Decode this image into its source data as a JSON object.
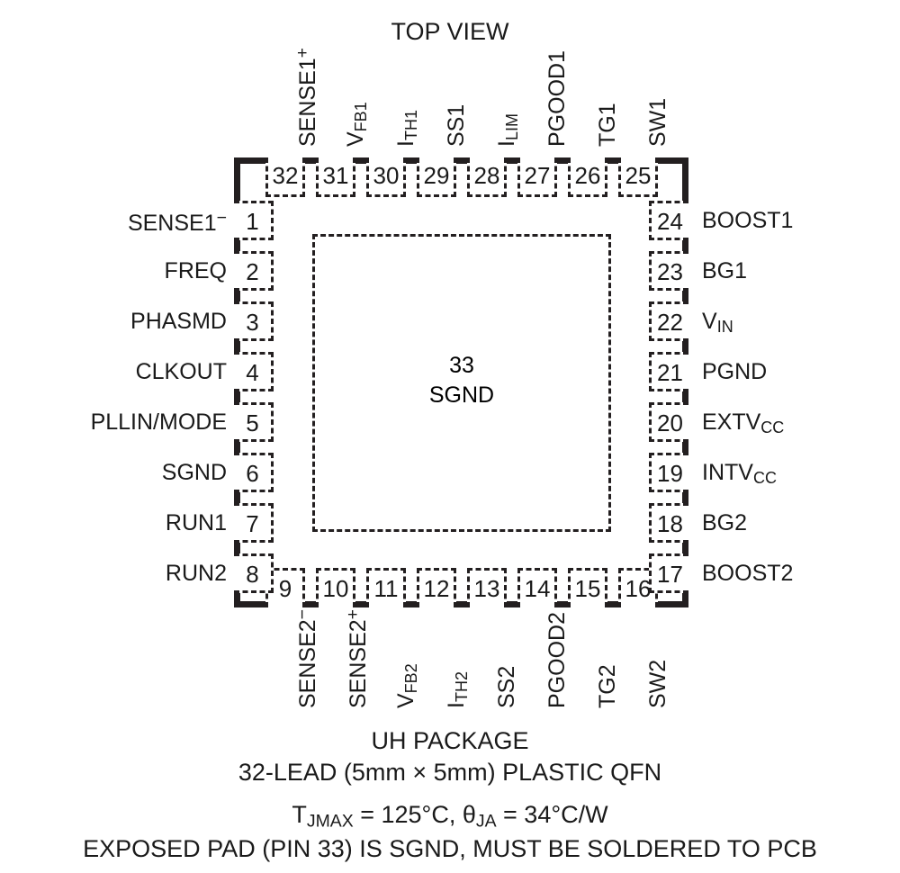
{
  "title": "TOP VIEW",
  "package": {
    "exposed_pad": {
      "pin_number": "33",
      "name": "SGND"
    },
    "colors": {
      "outline": "#231f20",
      "text": "#1a1a1a",
      "background": "#ffffff"
    }
  },
  "pins": {
    "top": [
      {
        "number": "32",
        "label_html": "SENSE1<sup>+</sup>",
        "label_text": "SENSE1+"
      },
      {
        "number": "31",
        "label_html": "V<sub>FB1</sub>",
        "label_text": "VFB1"
      },
      {
        "number": "30",
        "label_html": "I<sub>TH1</sub>",
        "label_text": "ITH1"
      },
      {
        "number": "29",
        "label_html": "SS1",
        "label_text": "SS1"
      },
      {
        "number": "28",
        "label_html": "I<sub>LIM</sub>",
        "label_text": "ILIM"
      },
      {
        "number": "27",
        "label_html": "PGOOD1",
        "label_text": "PGOOD1"
      },
      {
        "number": "26",
        "label_html": "TG1",
        "label_text": "TG1"
      },
      {
        "number": "25",
        "label_html": "SW1",
        "label_text": "SW1"
      }
    ],
    "left": [
      {
        "number": "1",
        "label_html": "SENSE1<sup>−</sup>",
        "label_text": "SENSE1-"
      },
      {
        "number": "2",
        "label_html": "FREQ",
        "label_text": "FREQ"
      },
      {
        "number": "3",
        "label_html": "PHASMD",
        "label_text": "PHASMD"
      },
      {
        "number": "4",
        "label_html": "CLKOUT",
        "label_text": "CLKOUT"
      },
      {
        "number": "5",
        "label_html": "PLLIN/MODE",
        "label_text": "PLLIN/MODE"
      },
      {
        "number": "6",
        "label_html": "SGND",
        "label_text": "SGND"
      },
      {
        "number": "7",
        "label_html": "RUN1",
        "label_text": "RUN1"
      },
      {
        "number": "8",
        "label_html": "RUN2",
        "label_text": "RUN2"
      }
    ],
    "bottom": [
      {
        "number": "9",
        "label_html": "SENSE2<sup>−</sup>",
        "label_text": "SENSE2-"
      },
      {
        "number": "10",
        "label_html": "SENSE2<sup>+</sup>",
        "label_text": "SENSE2+"
      },
      {
        "number": "11",
        "label_html": "V<sub>FB2</sub>",
        "label_text": "VFB2"
      },
      {
        "number": "12",
        "label_html": "I<sub>TH2</sub>",
        "label_text": "ITH2"
      },
      {
        "number": "13",
        "label_html": "SS2",
        "label_text": "SS2"
      },
      {
        "number": "14",
        "label_html": "PGOOD2",
        "label_text": "PGOOD2"
      },
      {
        "number": "15",
        "label_html": "TG2",
        "label_text": "TG2"
      },
      {
        "number": "16",
        "label_html": "SW2",
        "label_text": "SW2"
      }
    ],
    "right": [
      {
        "number": "24",
        "label_html": "BOOST1",
        "label_text": "BOOST1"
      },
      {
        "number": "23",
        "label_html": "BG1",
        "label_text": "BG1"
      },
      {
        "number": "22",
        "label_html": "V<sub>IN</sub>",
        "label_text": "VIN"
      },
      {
        "number": "21",
        "label_html": "PGND",
        "label_text": "PGND"
      },
      {
        "number": "20",
        "label_html": "EXTV<sub>CC</sub>",
        "label_text": "EXTVCC"
      },
      {
        "number": "19",
        "label_html": "INTV<sub>CC</sub>",
        "label_text": "INTVCC"
      },
      {
        "number": "18",
        "label_html": "BG2",
        "label_text": "BG2"
      },
      {
        "number": "17",
        "label_html": "BOOST2",
        "label_text": "BOOST2"
      }
    ]
  },
  "caption": {
    "package_name": "UH PACKAGE",
    "lead_description": "32-LEAD (5mm × 5mm) PLASTIC QFN",
    "thermal_html": "T<sub>JMAX</sub> = 125°C, θ<sub>JA</sub> = 34°C/W",
    "thermal_text": "TJMAX = 125°C, θJA = 34°C/W",
    "pad_note": "EXPOSED PAD (PIN 33) IS SGND, MUST BE SOLDERED TO PCB"
  }
}
